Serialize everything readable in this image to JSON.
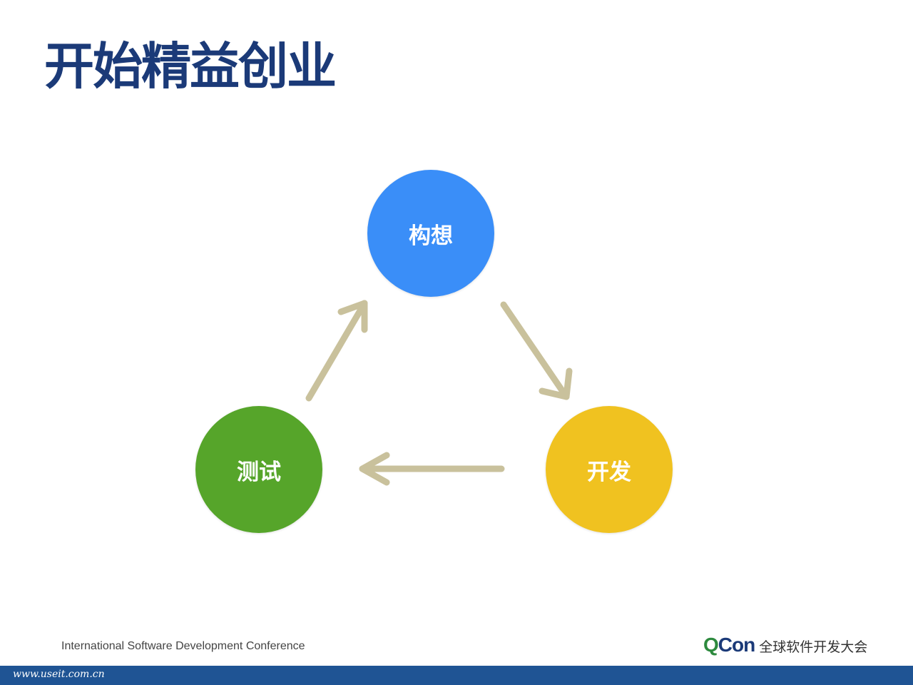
{
  "title": "开始精益创业",
  "nodes": {
    "top": {
      "label": "构想",
      "color": "#3a8ef8"
    },
    "right": {
      "label": "开发",
      "color": "#f0c220"
    },
    "left": {
      "label": "测试",
      "color": "#56a52a"
    }
  },
  "arrow_color": "#c9c19c",
  "footer": {
    "conference_name": "International Software Development Conference",
    "brand_q": "Q",
    "brand_con": "Con",
    "brand_tagline": "全球软件开发大会",
    "watermark": "www.useit.com.cn",
    "bar_color": "#1f5494"
  }
}
